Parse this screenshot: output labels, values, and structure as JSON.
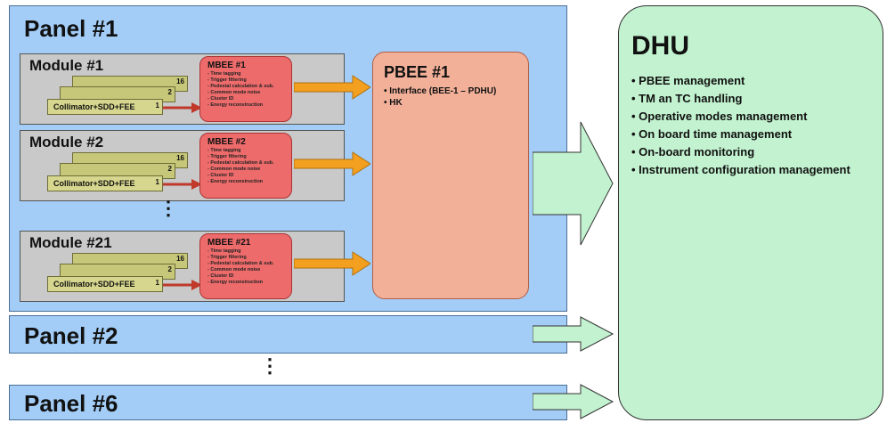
{
  "panel1": {
    "title": "Panel #1"
  },
  "panel2": {
    "title": "Panel #2"
  },
  "panel6": {
    "title": "Panel #6"
  },
  "modules": [
    {
      "title": "Module #1",
      "card_back_num": "16",
      "card_mid_num": "2",
      "card_front_num": "1",
      "card_label": "Collimator+SDD+FEE",
      "mbee_title": "MBEE #1",
      "mbee_items": [
        "- Time tagging",
        "- Trigger filtering",
        "- Pedestal calculation & sub.",
        "- Common mode noise",
        "- Cluster ID",
        "- Energy reconstruction"
      ]
    },
    {
      "title": "Module #2",
      "card_back_num": "16",
      "card_mid_num": "2",
      "card_front_num": "1",
      "card_label": "Collimator+SDD+FEE",
      "mbee_title": "MBEE #2",
      "mbee_items": [
        "- Time tagging",
        "- Trigger filtering",
        "- Pedestal calculation & sub.",
        "- Common mode noise",
        "- Cluster ID",
        "- Energy reconstruction"
      ]
    },
    {
      "title": "Module #21",
      "card_back_num": "16",
      "card_mid_num": "2",
      "card_front_num": "1",
      "card_label": "Collimator+SDD+FEE",
      "mbee_title": "MBEE #21",
      "mbee_items": [
        "- Time tagging",
        "- Trigger filtering",
        "- Pedestal calculation & sub.",
        "- Common mode noise",
        "- Cluster ID",
        "- Energy reconstruction"
      ]
    }
  ],
  "pbee": {
    "title": "PBEE #1",
    "items": [
      "• Interface (BEE-1 – PDHU)",
      "• HK"
    ]
  },
  "dhu": {
    "title": "DHU",
    "items": [
      "• PBEE management",
      "• TM an TC handling",
      "• Operative modes management",
      "• On board time management",
      "• On-board monitoring",
      "• Instrument configuration management"
    ]
  },
  "ellipsis_modules": "⋮",
  "ellipsis_panels": "⋮",
  "colors": {
    "panel": "#a3cdf7",
    "module": "#c9c9c9",
    "card": "#d6d68e",
    "mbee": "#ee6b6b",
    "pbee": "#f2b099",
    "dhu": "#c2f2cf",
    "arrow_orange": "#f3a020",
    "arrow_red": "#c0392b",
    "arrow_green": "#c2f2cf"
  }
}
